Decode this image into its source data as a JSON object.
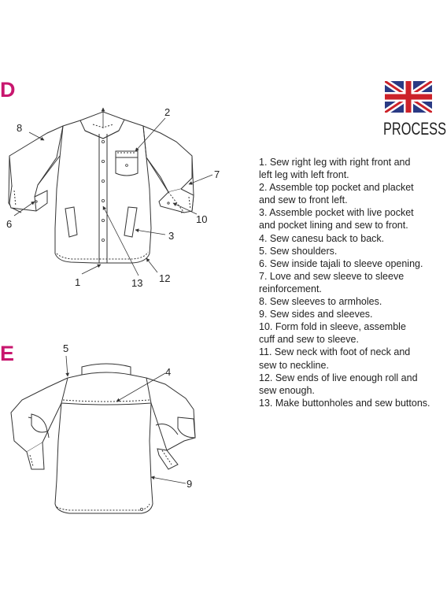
{
  "panels": {
    "front_letter": "D",
    "back_letter": "E"
  },
  "header": {
    "flag_icon": "uk-flag-icon",
    "process_label": "PROCESS"
  },
  "front_callouts": [
    "8",
    "2",
    "7",
    "6",
    "10",
    "3",
    "1",
    "13",
    "12"
  ],
  "back_callouts": [
    "5",
    "4",
    "9"
  ],
  "steps": [
    " 1. Sew right leg with right front and",
    "  left leg with left front.",
    "2. Assemble top pocket and placket",
    "  and sew to front left.",
    "3. Assemble pocket with live pocket",
    "  and pocket lining and sew to front.",
    "4. Sew canesu back to back.",
    "5. Sew shoulders.",
    "6. Sew inside tajali to sleeve opening.",
    "7. Love and sew sleeve to sleeve",
    " reinforcement.",
    "8. Sew sleeves to armholes.",
    "9. Sew sides and sleeves.",
    "10. Form fold in sleeve, assemble",
    "  cuff and sew to sleeve.",
    "11. Sew neck with foot of neck and",
    "sew to neckline.",
    "12. Sew ends of live enough roll and",
    "sew enough.",
    "13. Make buttonholes and sew buttons."
  ],
  "colors": {
    "accent": "#c8166e",
    "line": "#333333",
    "text": "#222222",
    "flag_blue": "#2a3a84",
    "flag_red": "#cc2229"
  }
}
